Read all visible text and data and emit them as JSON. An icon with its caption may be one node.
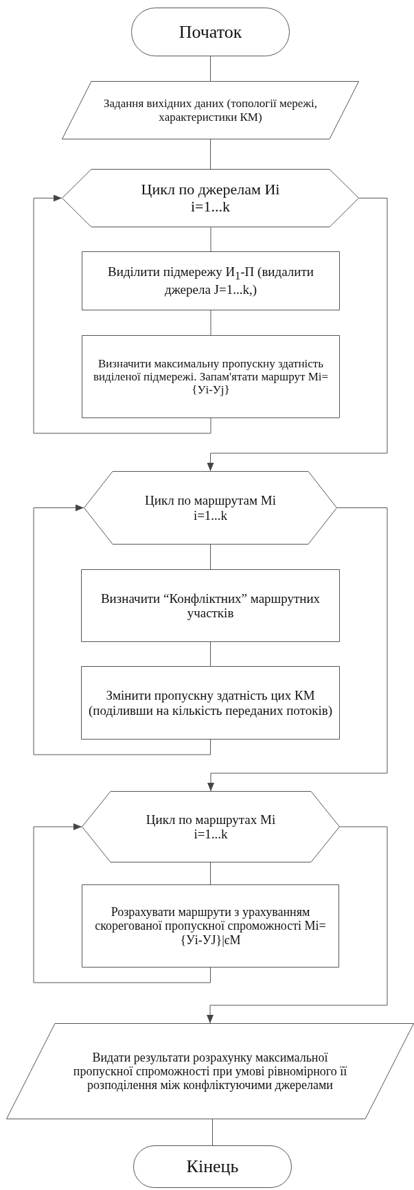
{
  "diagram": {
    "nodes": [
      {
        "text": [
          "Початок"
        ]
      },
      {
        "text": [
          "Задання вихідних даних (топології мережі, характеристики КМ)"
        ]
      },
      {
        "text": [
          "Цикл по джерелам Иі",
          "i=1...k"
        ]
      },
      {
        "text": [
          "Виділити підмережу И$_{1}$-П (видалити джерела J=1...k,)"
        ]
      },
      {
        "text": [
          "Визначити максимальну пропускну здатність виділеної підмережі. Запам'ятати маршрут Mi={Уі-Уj}"
        ]
      },
      {
        "text": [
          "Цикл по маршрутам Mi",
          "i=1...k"
        ]
      },
      {
        "text": [
          "Визначити “Конфліктних” маршрутних участків"
        ]
      },
      {
        "text": [
          "Змінити пропускну здатність цих КМ (поділивши на кількість переданих потоків)"
        ]
      },
      {
        "text": [
          "Цикл по маршрутах Mi",
          "i=1...k"
        ]
      },
      {
        "text": [
          "Розрахувати маршрути з урахуванням скорегованої пропускної спроможності Mi={Уі-УJ}|єM"
        ]
      },
      {
        "text": [
          "Видати результати розрахунку максимальної пропускної спроможності при умові рівномірного її розподілення між конфліктуючими джерелами"
        ]
      },
      {
        "text": [
          "Кінець"
        ]
      }
    ],
    "edges": [
      {
        "from": 0,
        "to": 1,
        "arrow": "none"
      },
      {
        "from": 1,
        "to": 2,
        "arrow": "none"
      },
      {
        "from": 2,
        "to": 3,
        "arrow": "none"
      },
      {
        "from": 3,
        "to": 4,
        "arrow": "none"
      },
      {
        "from": 4,
        "to": 2,
        "arrow": "to"
      },
      {
        "from": 2,
        "to": 5,
        "arrow": "to"
      },
      {
        "from": 5,
        "to": 6,
        "arrow": "none"
      },
      {
        "from": 6,
        "to": 7,
        "arrow": "none"
      },
      {
        "from": 7,
        "to": 5,
        "arrow": "to"
      },
      {
        "from": 5,
        "to": 8,
        "arrow": "to"
      },
      {
        "from": 8,
        "to": 9,
        "arrow": "none"
      },
      {
        "from": 9,
        "to": 8,
        "arrow": "to"
      },
      {
        "from": 8,
        "to": 10,
        "arrow": "to"
      },
      {
        "from": 10,
        "to": 11,
        "arrow": "none"
      }
    ]
  }
}
